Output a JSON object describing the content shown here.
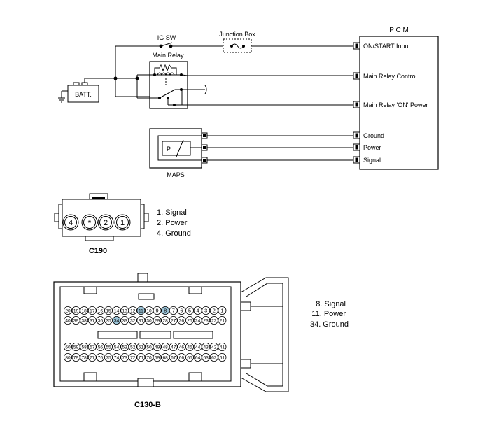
{
  "pcm": {
    "title": "P C M",
    "pins": [
      "ON/START Input",
      "Main Relay Control",
      "Main Relay 'ON' Power",
      "Ground",
      "Power",
      "Signal"
    ]
  },
  "circuit": {
    "ig_sw": "IG SW",
    "junction_box": "Junction Box",
    "main_relay": "Main Relay",
    "battery": "BATT.",
    "sensor_symbol": "P",
    "sensor": "MAPS"
  },
  "c190": {
    "title": "C190",
    "pin_labels": [
      "4",
      "*",
      "2",
      "1"
    ],
    "legend": [
      "1. Signal",
      "2. Power",
      "4. Ground"
    ]
  },
  "c130b": {
    "title": "C130-B",
    "legend": [
      "8. Signal",
      "11. Power",
      "34. Ground"
    ],
    "highlighted_pins": [
      8,
      11,
      34
    ],
    "highlight_color": "#9cc4d8"
  }
}
